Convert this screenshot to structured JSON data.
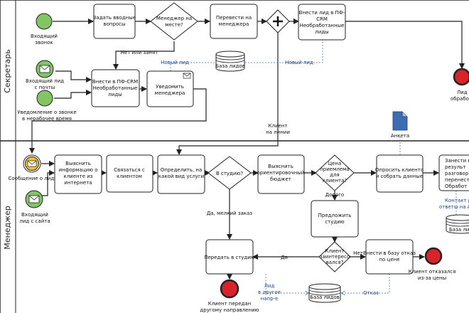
{
  "lanes": {
    "secretary": "Секретарь",
    "manager": "Менеджер"
  },
  "events": {
    "incoming_call": [
      "Входящий",
      "звонок"
    ],
    "incoming_email_lead": [
      "Входящий лид",
      "с почты"
    ],
    "after_hours_call": [
      "Уведомление о звонке",
      "в нерабочее время"
    ],
    "lead_processed": [
      "Лид",
      "обработ"
    ],
    "lead_message": [
      "Сообщение о лиде"
    ],
    "site_lead": [
      "Входящий",
      "лид с сайта"
    ],
    "client_refused": [
      "Клиент отказался",
      "из-за цены"
    ],
    "client_transferred": [
      "Клиент передан",
      "другому направлению"
    ]
  },
  "tasks": {
    "ask_intro": [
      "Задать вводные",
      "вопросы"
    ],
    "transfer_manager": [
      "Перевести на",
      "менеджера"
    ],
    "enter_crm_top": [
      "Внести лид в ПФ-",
      "CRM",
      "Необработанные",
      "лиды"
    ],
    "enter_crm_mid": [
      "Внести в ПФ-CRM",
      "Необработанные",
      "лиды"
    ],
    "notify_manager": [
      "Уведомить",
      "менеджера"
    ],
    "find_info": [
      "Выяснить",
      "информацию о",
      "клиенте из",
      "интернета"
    ],
    "contact_client": [
      "Связаться с",
      "клиентом"
    ],
    "define_service": [
      "Определить, на",
      "какой вид услуги"
    ],
    "find_budget": [
      "Выяснить",
      "ориентировочный",
      "бюджет"
    ],
    "survey_client": [
      "Опросить клиента",
      "и собрать данные"
    ],
    "enter_results": [
      "Занести в",
      "результ",
      "разговор",
      "перенести",
      "Обработ"
    ],
    "offer_studio": [
      "Предложить",
      "студию"
    ],
    "transfer_studio": [
      "Передать в студию"
    ],
    "enter_price_refusal": [
      "Внести в базу отказ",
      "по цене"
    ]
  },
  "gateways": {
    "manager_in_place": [
      "Менеджер на",
      "месте?"
    ],
    "in_studio": [
      "В студию?"
    ],
    "price_ok": [
      "Цена",
      "приемлема",
      "для",
      "клиента?"
    ],
    "client_interested": [
      "Клиент",
      "заинтересо",
      "вался?"
    ]
  },
  "labels": {
    "not_or_busy": "Нет или занят",
    "client_on_line": [
      "Клиент",
      "на линии"
    ],
    "yes_small": "Да, мелкий заказ",
    "expensive": "Дорого",
    "yes": "Да",
    "no": "Нет",
    "new_lead_1": "Новый лид",
    "new_lead_2": "Новый лид",
    "lead_other": [
      "Лид",
      "в другое",
      "напр-е"
    ],
    "refusal": "Отказ",
    "contact_res": [
      "Контакт ре",
      "ответы на А"
    ]
  },
  "data_stores": {
    "leads_top": "База лидов",
    "leads_bottom": "База лидов",
    "db_right": "База лид"
  },
  "data_objects": {
    "form": "Анкета"
  },
  "colors": {
    "start_green": "#84c563",
    "end_red": "#d9232a",
    "email_yellow": "#f2c12e",
    "assoc_blue": "#6b8fbf",
    "label_blue": "#1f3f8f"
  }
}
